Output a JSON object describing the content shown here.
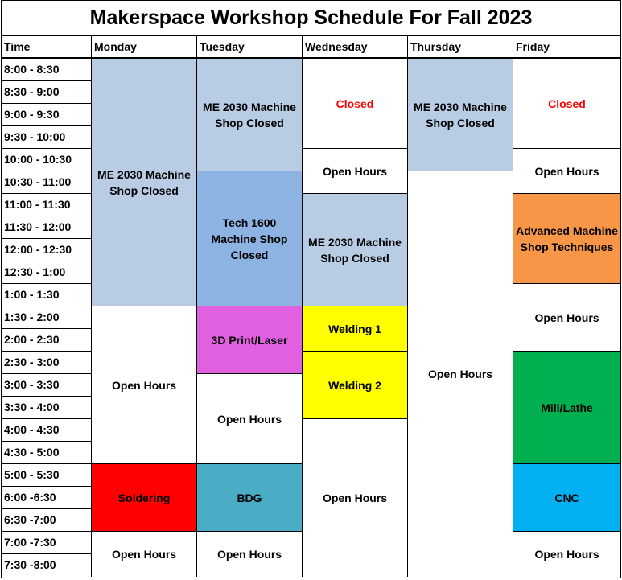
{
  "title": "Makerspace Workshop Schedule For Fall 2023",
  "headers": [
    "Time",
    "Monday",
    "Tuesday",
    "Wednesday",
    "Thursday",
    "Friday"
  ],
  "times": [
    "8:00 - 8:30",
    "8:30 - 9:00",
    "9:00 - 9:30",
    "9:30 - 10:00",
    "10:00 - 10:30",
    "10:30 - 11:00",
    "11:00 - 11:30",
    "11:30 - 12:00",
    "12:00 - 12:30",
    "12:30 - 1:00",
    "1:00 - 1:30",
    "1:30 - 2:00",
    "2:00 - 2:30",
    "2:30 - 3:00",
    "3:00 - 3:30",
    "3:30 - 4:00",
    "4:00 - 4:30",
    "4:30 - 5:00",
    "5:00 - 5:30",
    "6:00 -6:30",
    "6:30 -7:00",
    "7:00 -7:30",
    "7:30 -8:00"
  ],
  "colors": {
    "light_blue": "#b8cce4",
    "mid_blue": "#8db3e2",
    "magenta": "#e060e0",
    "yellow": "#ffff00",
    "red": "#ff0000",
    "teal": "#4bacc6",
    "orange": "#f79646",
    "green": "#00b050",
    "cyan": "#00b0f0",
    "white": "#ffffff",
    "closed_text": "#ff0000"
  },
  "schedule": [
    {
      "day": 0,
      "start": 0,
      "span": 11,
      "label": "ME 2030 Machine Shop Closed",
      "bg": "light_blue"
    },
    {
      "day": 0,
      "start": 11,
      "span": 7,
      "label": "Open Hours",
      "bg": "white"
    },
    {
      "day": 0,
      "start": 18,
      "span": 3,
      "label": "Soldering",
      "bg": "red"
    },
    {
      "day": 0,
      "start": 21,
      "span": 2,
      "label": "Open Hours",
      "bg": "white"
    },
    {
      "day": 1,
      "start": 0,
      "span": 5,
      "label": "ME 2030 Machine Shop Closed",
      "bg": "light_blue"
    },
    {
      "day": 1,
      "start": 5,
      "span": 6,
      "label": "Tech 1600 Machine Shop Closed",
      "bg": "mid_blue"
    },
    {
      "day": 1,
      "start": 11,
      "span": 3,
      "label": "3D Print/Laser",
      "bg": "magenta"
    },
    {
      "day": 1,
      "start": 14,
      "span": 4,
      "label": "Open Hours",
      "bg": "white"
    },
    {
      "day": 1,
      "start": 18,
      "span": 3,
      "label": "BDG",
      "bg": "teal"
    },
    {
      "day": 1,
      "start": 21,
      "span": 2,
      "label": "Open Hours",
      "bg": "white"
    },
    {
      "day": 2,
      "start": 0,
      "span": 4,
      "label": "Closed",
      "bg": "white",
      "text": "closed_text"
    },
    {
      "day": 2,
      "start": 4,
      "span": 2,
      "label": "Open Hours",
      "bg": "white"
    },
    {
      "day": 2,
      "start": 6,
      "span": 5,
      "label": "ME 2030 Machine Shop Closed",
      "bg": "light_blue"
    },
    {
      "day": 2,
      "start": 11,
      "span": 2,
      "label": "Welding 1",
      "bg": "yellow"
    },
    {
      "day": 2,
      "start": 13,
      "span": 3,
      "label": "Welding 2",
      "bg": "yellow"
    },
    {
      "day": 2,
      "start": 16,
      "span": 7,
      "label": "Open Hours",
      "bg": "white"
    },
    {
      "day": 3,
      "start": 0,
      "span": 5,
      "label": "ME 2030 Machine Shop Closed",
      "bg": "light_blue"
    },
    {
      "day": 3,
      "start": 5,
      "span": 18,
      "label": "Open Hours",
      "bg": "white"
    },
    {
      "day": 4,
      "start": 0,
      "span": 4,
      "label": "Closed",
      "bg": "white",
      "text": "closed_text"
    },
    {
      "day": 4,
      "start": 4,
      "span": 2,
      "label": "Open Hours",
      "bg": "white"
    },
    {
      "day": 4,
      "start": 6,
      "span": 4,
      "label": "Advanced Machine Shop Techniques",
      "bg": "orange"
    },
    {
      "day": 4,
      "start": 10,
      "span": 3,
      "label": "Open Hours",
      "bg": "white"
    },
    {
      "day": 4,
      "start": 13,
      "span": 5,
      "label": "Mill/Lathe",
      "bg": "green"
    },
    {
      "day": 4,
      "start": 18,
      "span": 3,
      "label": "CNC",
      "bg": "cyan"
    },
    {
      "day": 4,
      "start": 21,
      "span": 2,
      "label": "Open Hours",
      "bg": "white"
    }
  ]
}
